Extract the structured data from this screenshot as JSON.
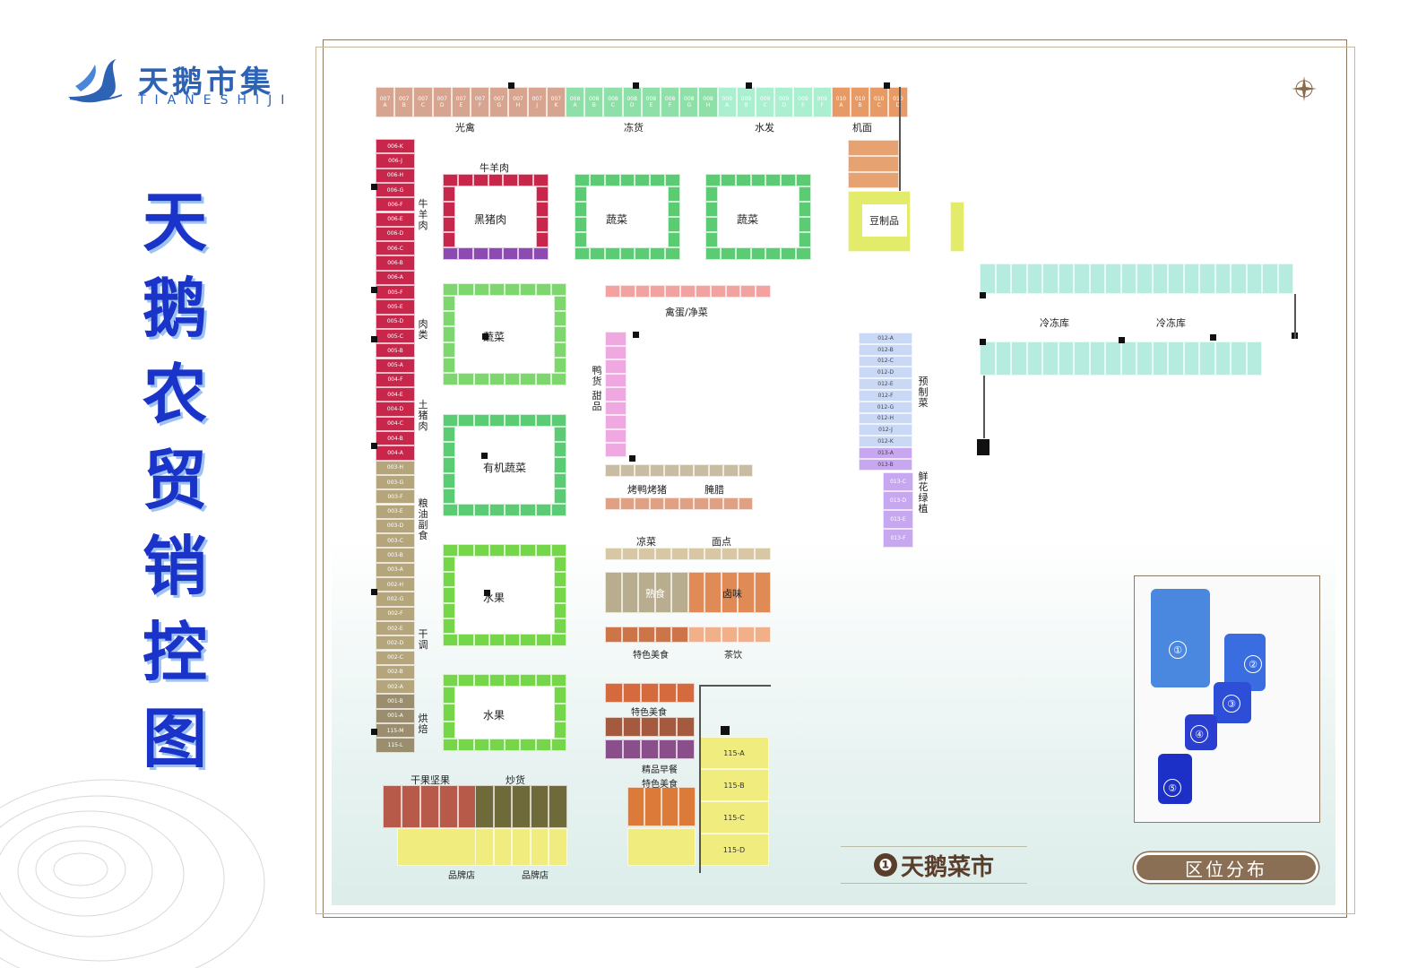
{
  "logo": {
    "cn": "天鹅市集",
    "en": "TIANESHIJI"
  },
  "title_chars": [
    "天",
    "鹅",
    "农",
    "贸",
    "销",
    "控",
    "图"
  ],
  "caption": {
    "num": "❶",
    "text": "天鹅菜市"
  },
  "pill": "区位分布",
  "colors": {
    "title_blue": "#1a33c8",
    "frame_brown": "#8c7b62",
    "pill_brown": "#8b6f55"
  },
  "top_row": {
    "cells": [
      {
        "t": "007\nA",
        "c": "#d7a490"
      },
      {
        "t": "007\nB",
        "c": "#d7a490"
      },
      {
        "t": "007\nC",
        "c": "#d7a490"
      },
      {
        "t": "007\nD",
        "c": "#d7a490"
      },
      {
        "t": "007\nE",
        "c": "#d7a490"
      },
      {
        "t": "007\nF",
        "c": "#d7a490"
      },
      {
        "t": "007\nG",
        "c": "#d7a490"
      },
      {
        "t": "007\nH",
        "c": "#d7a490"
      },
      {
        "t": "007\nJ",
        "c": "#d7a490"
      },
      {
        "t": "007\nK",
        "c": "#d7a490"
      },
      {
        "t": "008\nA",
        "c": "#8fe0a8"
      },
      {
        "t": "008\nB",
        "c": "#8fe0a8"
      },
      {
        "t": "008\nC",
        "c": "#8fe0a8"
      },
      {
        "t": "008\nD",
        "c": "#8fe0a8"
      },
      {
        "t": "008\nE",
        "c": "#8fe0a8"
      },
      {
        "t": "008\nF",
        "c": "#8fe0a8"
      },
      {
        "t": "008\nG",
        "c": "#8fe0a8"
      },
      {
        "t": "008\nH",
        "c": "#8fe0a8"
      },
      {
        "t": "009\nA",
        "c": "#a9efd0"
      },
      {
        "t": "009\nB",
        "c": "#a9efd0"
      },
      {
        "t": "009\nC",
        "c": "#a9efd0"
      },
      {
        "t": "009\nD",
        "c": "#a9efd0"
      },
      {
        "t": "009\nE",
        "c": "#a9efd0"
      },
      {
        "t": "009\nF",
        "c": "#a9efd0"
      },
      {
        "t": "010\nA",
        "c": "#e79a66"
      },
      {
        "t": "010\nB",
        "c": "#e79a66"
      },
      {
        "t": "010\nC",
        "c": "#e79a66"
      },
      {
        "t": "010\nD",
        "c": "#e79a66"
      }
    ],
    "labels": [
      "光禽",
      "冻货",
      "水发",
      "机面"
    ]
  },
  "left_column": {
    "cells": [
      {
        "t": "006-K",
        "c": "#c8264a"
      },
      {
        "t": "006-J",
        "c": "#c8264a"
      },
      {
        "t": "006-H",
        "c": "#c8264a"
      },
      {
        "t": "006-G",
        "c": "#c8264a"
      },
      {
        "t": "006-F",
        "c": "#c8264a"
      },
      {
        "t": "006-E",
        "c": "#c8264a"
      },
      {
        "t": "006-D",
        "c": "#c8264a"
      },
      {
        "t": "006-C",
        "c": "#c8264a"
      },
      {
        "t": "006-B",
        "c": "#c8264a"
      },
      {
        "t": "006-A",
        "c": "#c8264a"
      },
      {
        "t": "005-F",
        "c": "#c8264a"
      },
      {
        "t": "005-E",
        "c": "#c8264a"
      },
      {
        "t": "005-D",
        "c": "#c8264a"
      },
      {
        "t": "005-C",
        "c": "#c8264a"
      },
      {
        "t": "005-B",
        "c": "#c8264a"
      },
      {
        "t": "005-A",
        "c": "#c8264a"
      },
      {
        "t": "004-F",
        "c": "#c8264a"
      },
      {
        "t": "004-E",
        "c": "#c8264a"
      },
      {
        "t": "004-D",
        "c": "#c8264a"
      },
      {
        "t": "004-C",
        "c": "#c8264a"
      },
      {
        "t": "004-B",
        "c": "#c8264a"
      },
      {
        "t": "004-A",
        "c": "#c8264a"
      },
      {
        "t": "003-H",
        "c": "#b5a57b"
      },
      {
        "t": "003-G",
        "c": "#b5a57b"
      },
      {
        "t": "003-F",
        "c": "#b5a57b"
      },
      {
        "t": "003-E",
        "c": "#b5a57b"
      },
      {
        "t": "003-D",
        "c": "#b5a57b"
      },
      {
        "t": "003-C",
        "c": "#b5a57b"
      },
      {
        "t": "003-B",
        "c": "#b5a57b"
      },
      {
        "t": "003-A",
        "c": "#b5a57b"
      },
      {
        "t": "002-H",
        "c": "#b5a57b"
      },
      {
        "t": "002-G",
        "c": "#b5a57b"
      },
      {
        "t": "002-F",
        "c": "#b5a57b"
      },
      {
        "t": "002-E",
        "c": "#b5a57b"
      },
      {
        "t": "002-D",
        "c": "#b5a57b"
      },
      {
        "t": "002-C",
        "c": "#b5a57b"
      },
      {
        "t": "002-B",
        "c": "#b5a57b"
      },
      {
        "t": "002-A",
        "c": "#b5a57b"
      },
      {
        "t": "001-B",
        "c": "#9a8e6f"
      },
      {
        "t": "001-A",
        "c": "#9a8e6f"
      },
      {
        "t": "115-M",
        "c": "#9a8e6f"
      },
      {
        "t": "115-L",
        "c": "#9a8e6f"
      }
    ],
    "labels": [
      "牛羊肉",
      "肉类",
      "土猪肉",
      "粮油副食",
      "干调",
      "烘焙"
    ]
  },
  "blocks": [
    {
      "label": "牛羊肉",
      "center": "黑猪肉",
      "c": "#c8264a",
      "c2": "#8d4ab0"
    },
    {
      "label": "",
      "center": "蔬菜",
      "c": "#5ccc74",
      "c2": "#5ccc74"
    },
    {
      "label": "",
      "center": "蔬菜",
      "c": "#5ccc74",
      "c2": "#5ccc74"
    },
    {
      "label": "",
      "center": "蔬菜",
      "c": "#7ed66e",
      "c2": "#7ed66e"
    },
    {
      "label": "",
      "center": "有机蔬菜",
      "c": "#5ccc74",
      "c2": "#5ccc74"
    },
    {
      "label": "",
      "center": "水果",
      "c": "#76d64a",
      "c2": "#76d64a"
    },
    {
      "label": "",
      "center": "水果",
      "c": "#76d64a",
      "c2": "#76d64a"
    }
  ],
  "mid_labels": {
    "poultry_egg": "禽蛋/净菜",
    "duck": "鸭货",
    "dessert": "甜品",
    "roast": "烤鸭烤猪",
    "pickle": "腌腊",
    "cold": "凉菜",
    "noodle": "面点",
    "cooked": "熟食",
    "braised": "卤味",
    "special1": "特色美食",
    "tea": "茶饮",
    "special2": "特色美食",
    "breakfast": "精品早餐",
    "special3": "特色美食",
    "prepared": "预制菜",
    "flower": "鲜花绿植",
    "tofu": "豆制品",
    "freezer1": "冷冻库",
    "freezer2": "冷冻库",
    "nuts": "干果坚果",
    "fried": "炒货",
    "brand1": "品牌店",
    "brand2": "品牌店"
  },
  "prepared_cells": [
    "012-A",
    "012-B",
    "012-C",
    "012-D",
    "012-E",
    "012-F",
    "012-G",
    "012-H",
    "012-J",
    "012-K",
    "013-A",
    "013-B"
  ],
  "flower_cells": [
    "013-C",
    "013-D",
    "013-E",
    "013-F"
  ],
  "store_115": [
    "115-A",
    "115-B",
    "115-C",
    "115-D"
  ],
  "inset_zones": [
    "①",
    "②",
    "③",
    "④",
    "⑤"
  ]
}
